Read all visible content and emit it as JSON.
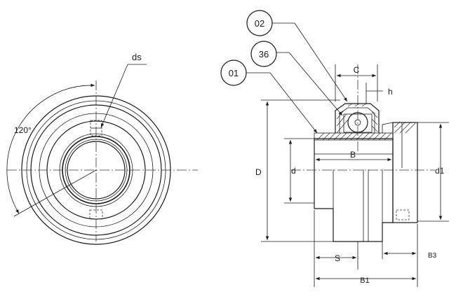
{
  "labels": {
    "ds": "ds",
    "angle": "120°",
    "part_02": "02",
    "part_36": "36",
    "part_01": "01",
    "C": "C",
    "h": "h",
    "B": "B",
    "D": "D",
    "d": "d",
    "d1": "d1",
    "S": "S",
    "B3": "B3",
    "B1": "B1"
  }
}
